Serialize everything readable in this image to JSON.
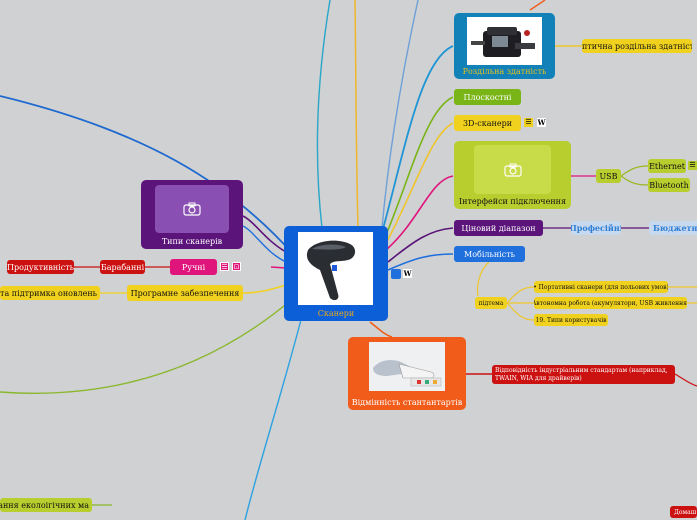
{
  "center": {
    "label": "Сканери"
  },
  "topics": {
    "resolution": {
      "label": "Роздільна здатність",
      "child": "Оптична роздільна здатність"
    },
    "flat": {
      "label": "Плоскостні"
    },
    "scan3d": {
      "label": "3D-сканери"
    },
    "interfaces": {
      "label": "Інтерфейси підключення",
      "usb": "USB",
      "ethernet": "Ethernet",
      "bluetooth": "Bluetooth"
    },
    "price": {
      "label": "Ціновий діапазон",
      "pro": "Професійні",
      "budget": "Бюджетні м"
    },
    "mobility": {
      "label": "Мобільність",
      "sub": "підтема",
      "items": [
        "• Портативні сканери (для польових умов)",
        "Автономна робота (акумулятори, USB живлення)",
        "19. Типи користувачів"
      ]
    },
    "standards": {
      "label": "Відмінність стантантартів",
      "child": "Відповідність індустріальним стандартам (наприклад, TWAIN, WIA для драйверів)"
    },
    "types": {
      "label": "Типи сканерів",
      "manual": "Ручні",
      "drum": "Барабанні",
      "productivity": "Продуктивність"
    },
    "software": {
      "label": "Програмне забезпечення",
      "left": "ери та підтримка оновлень"
    },
    "eco": {
      "label": "истання еколоігічних ма"
    },
    "home": {
      "label": "Домаш"
    }
  },
  "icon_names": {
    "camera": "camera-icon",
    "note": "note-icon",
    "wiki": "wikipedia-icon",
    "link": "link-icon"
  },
  "colors": {
    "background": "#cfd1d3",
    "center": "#0d5fd8",
    "resolution": "#1181b7",
    "yellow": "#f0d21e",
    "green": "#7ab517",
    "lime": "#b7ce2e",
    "purple": "#5b1479",
    "blue": "#1f6fdc",
    "orange": "#f25c1a",
    "red": "#cc1111",
    "magenta": "#e0157c"
  }
}
